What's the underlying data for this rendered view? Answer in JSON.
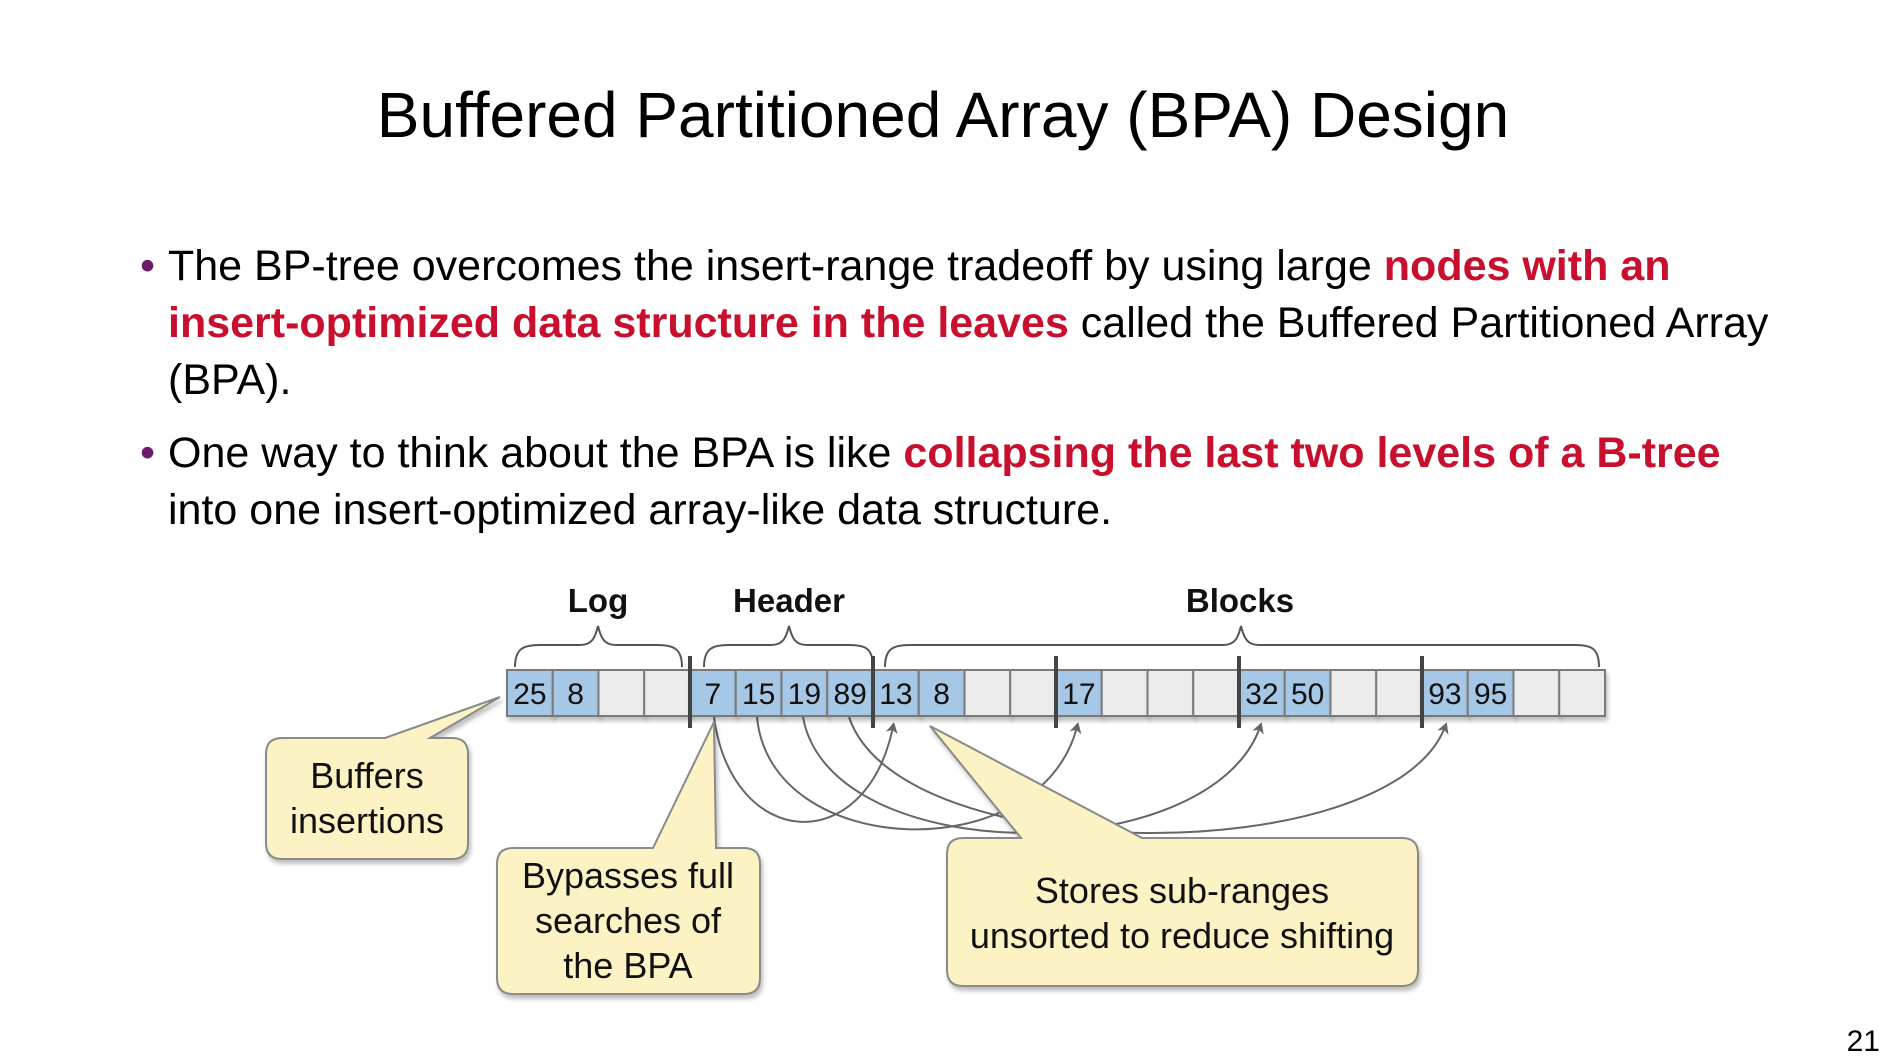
{
  "slide": {
    "title": "Buffered Partitioned Array (BPA) Design",
    "page_number": "21"
  },
  "bullets": [
    {
      "marker": "•",
      "part1": "The BP-tree overcomes the insert-range tradeoff by using large ",
      "emph": "nodes with an insert-optimized data structure in the leaves",
      "part2": " called the Buffered Partitioned Array (BPA)."
    },
    {
      "marker": "•",
      "part1": "One way to think about the BPA is like ",
      "emph": "collapsing the last two levels of a B-tree",
      "part2": " into one insert-optimized array-like data structure."
    }
  ],
  "diagram": {
    "labels": {
      "log": "Log",
      "header": "Header",
      "blocks": "Blocks"
    },
    "cells": {
      "log": [
        "25",
        "8",
        "",
        ""
      ],
      "header": [
        "7",
        "15",
        "19",
        "89"
      ],
      "block1": [
        "13",
        "8",
        "",
        ""
      ],
      "block2": [
        "17",
        "",
        "",
        ""
      ],
      "block3": [
        "32",
        "50",
        "",
        ""
      ],
      "block4": [
        "93",
        "95",
        "",
        ""
      ]
    },
    "callouts": {
      "buffers": [
        "Buffers",
        "insertions"
      ],
      "bypasses": [
        "Bypasses full",
        "searches of",
        "the BPA"
      ],
      "stores": [
        "Stores sub-ranges",
        "unsorted to reduce shifting"
      ]
    },
    "colors": {
      "filled_cell": "#a7c7e7",
      "empty_cell": "#ececec",
      "callout_fill": "#fcf3c4",
      "callout_stroke": "#8a8a8a",
      "emphasis": "#c8102e"
    }
  }
}
